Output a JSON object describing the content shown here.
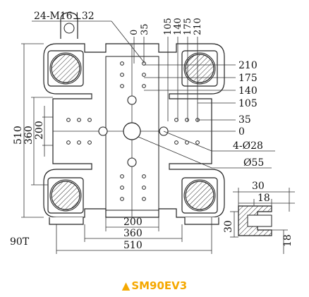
{
  "accent_color": "#f5a800",
  "model": {
    "icon": "warning-triangle-icon",
    "name": "SM90EV3"
  },
  "tonnage": "90T",
  "callouts": {
    "thread": "24-M16⊥32",
    "dia_holes": "4-Ø28",
    "center_bore": "Ø55"
  },
  "top_dims": [
    "0",
    "35",
    "105",
    "140",
    "175",
    "210"
  ],
  "right_dims": [
    "210",
    "175",
    "140",
    "105",
    "35",
    "0"
  ],
  "bottom_dims": [
    "200",
    "360",
    "510"
  ],
  "left_dims": [
    "510",
    "360",
    "200"
  ],
  "tslot_dims": {
    "top_outer": "30",
    "top_inner": "18",
    "left": "30",
    "right": "18"
  }
}
